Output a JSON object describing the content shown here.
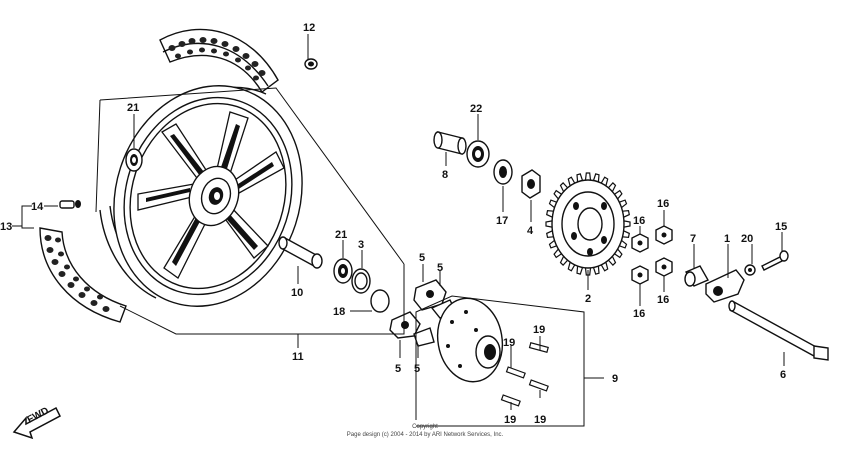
{
  "diagram": {
    "callouts": [
      {
        "id": "c12",
        "text": "12"
      },
      {
        "id": "c21a",
        "text": "21"
      },
      {
        "id": "c14",
        "text": "14"
      },
      {
        "id": "c13",
        "text": "13"
      },
      {
        "id": "c21b",
        "text": "21"
      },
      {
        "id": "c3",
        "text": "3"
      },
      {
        "id": "c10",
        "text": "10"
      },
      {
        "id": "c18",
        "text": "18"
      },
      {
        "id": "c11",
        "text": "11"
      },
      {
        "id": "c5a",
        "text": "5"
      },
      {
        "id": "c5b",
        "text": "5"
      },
      {
        "id": "c5c",
        "text": "5"
      },
      {
        "id": "c5d",
        "text": "5"
      },
      {
        "id": "c22",
        "text": "22"
      },
      {
        "id": "c8",
        "text": "8"
      },
      {
        "id": "c17",
        "text": "17"
      },
      {
        "id": "c4",
        "text": "4"
      },
      {
        "id": "c2",
        "text": "2"
      },
      {
        "id": "c19a",
        "text": "19"
      },
      {
        "id": "c19b",
        "text": "19"
      },
      {
        "id": "c19c",
        "text": "19"
      },
      {
        "id": "c19d",
        "text": "19"
      },
      {
        "id": "c9",
        "text": "9"
      },
      {
        "id": "c16a",
        "text": "16"
      },
      {
        "id": "c16b",
        "text": "16"
      },
      {
        "id": "c16c",
        "text": "16"
      },
      {
        "id": "c16d",
        "text": "16"
      },
      {
        "id": "c7",
        "text": "7"
      },
      {
        "id": "c1",
        "text": "1"
      },
      {
        "id": "c20",
        "text": "20"
      },
      {
        "id": "c15",
        "text": "15"
      },
      {
        "id": "c6",
        "text": "6"
      }
    ],
    "fwd_label": "FWD",
    "footer_line1": "Copyright",
    "footer_line2": "Page design (c) 2004 - 2014 by ARI Network Services, Inc."
  }
}
